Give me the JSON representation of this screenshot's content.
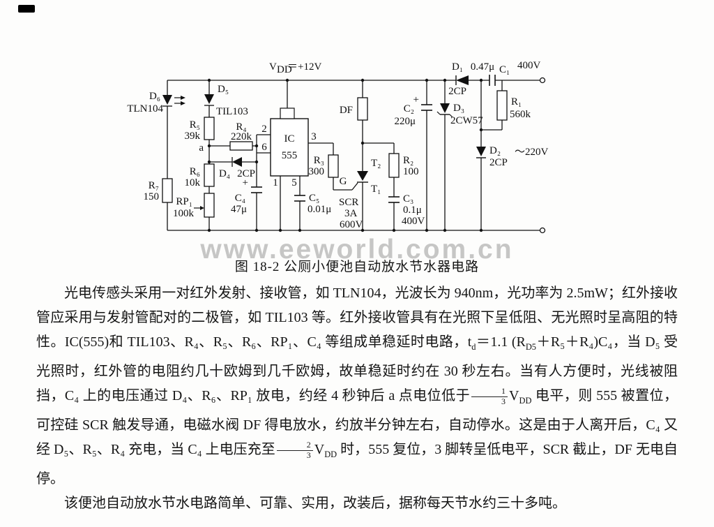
{
  "figure": {
    "caption": "图 18-2  公厕小便池自动放水节水器电路",
    "watermark": "www.eeworld.com.cn",
    "labels": {
      "vdd_v": "V",
      "vdd_sub": "DD",
      "vdd_val": "＝+12V",
      "d6": "D₆",
      "d6_type": "TLN104",
      "d5": "D₅",
      "d5_type": "TIL103",
      "r5": "R₅",
      "r5_val": "39k",
      "node_a": "a",
      "r6": "R₆",
      "r6_val": "10k",
      "r7": "R₇",
      "r7_val": "150",
      "rp1": "RP₁",
      "rp1_val": "100k",
      "r4": "R₄",
      "r4_val": "220k",
      "d4": "D₄",
      "d4_type": "2CP",
      "c4_plus": "+",
      "c4": "C₄",
      "c4_val": "47μ",
      "ic": "IC",
      "ic_type": "555",
      "pin2": "2",
      "pin6": "6",
      "pin3": "3",
      "pin1": "1",
      "pin5": "5",
      "c5": "C₅",
      "c5_val": "0.01μ",
      "r3": "R₃",
      "r3_val": "300",
      "df": "DF",
      "g": "G",
      "t2": "T₂",
      "t1": "T₁",
      "scr": "SCR",
      "scr_a": "3A",
      "scr_v": "600V",
      "r2": "R₂",
      "r2_val": "100",
      "c3": "C₃",
      "c3_val": "0.1μ",
      "c3_v": "400V",
      "c2_plus": "+",
      "c2": "C₂",
      "c2_val": "220μ",
      "d3": "D₃",
      "d3_type": "2CW57",
      "d1": "D₁",
      "d1_type": "2CP",
      "c1_val": "0.47μ",
      "c1": "C₁",
      "c1_v": "400V",
      "r1": "R₁",
      "r1_val": "560k",
      "d2": "D₂",
      "d2_type": "2CP",
      "ac": "～220V"
    }
  },
  "body": {
    "p1": "光电传感头采用一对红外发射、接收管，如 TLN104，光波长为 940nm，光功率为 2.5mW；红外接收管应采用与发射管配对的二极管，如 TIL103 等。红外接收管具有在光照下呈低阻、无光照时呈高阻的特性。IC(555)和 TIL103、R₄、R₅、R₆、RP₁、C₄ 等组成单稳延时电路，t<sub>d</sub>＝1.1 (R<sub>D5</sub>＋R₅＋R₄)C₄，当 D₅ 受光照时，红外管的电阻约几十欧姆到几千欧姆，故单稳延时约在 30 秒左右。当有人方便时，光线被阻挡，C₄ 上的电压通过 D₄、R₆、RP₁ 放电，约经 4 秒钟后 a 点电位低于<span class='frac'><span>1</span><span>3</span></span>V<sub>DD</sub> 电平，则 555 被置位，可控硅 SCR 触发导通，电磁水阀 DF 得电放水，约放半分钟左右，自动停水。这是由于人离开后，C₄ 又经 D₅、R₅、R₄ 充电，当 C₄ 上电压充至<span class='frac'><span>2</span><span>3</span></span>V<sub>DD</sub> 时，555 复位，3 脚转呈低电平，SCR 截止，DF 无电自停。",
    "p2": "该便池自动放水节水电路简单、可靠、实用，改装后，据称每天节水约三十多吨。"
  }
}
